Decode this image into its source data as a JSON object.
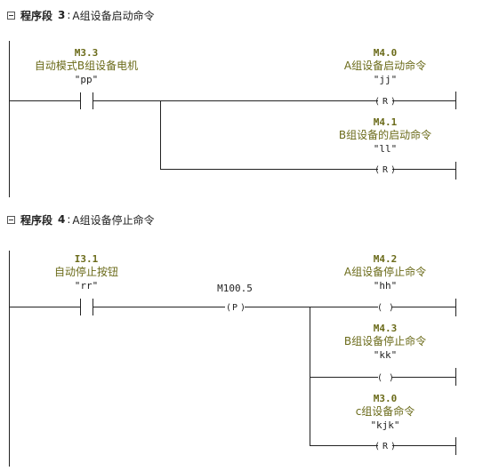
{
  "networks": [
    {
      "label": "程序段",
      "number": "3",
      "title": "A组设备启动命令",
      "contact": {
        "address": "M3.3",
        "comment": "自动模式B组设备电机",
        "symbol": "\"pp\""
      },
      "coils": [
        {
          "address": "M4.0",
          "comment": "A组设备启动命令",
          "symbol": "\"jj\"",
          "type": "R"
        },
        {
          "address": "M4.1",
          "comment": "B组设备的启动命令",
          "symbol": "\"ll\"",
          "type": "R"
        }
      ]
    },
    {
      "label": "程序段",
      "number": "4",
      "title": "A组设备停止命令",
      "contact": {
        "address": "I3.1",
        "comment": "自动停止按钮",
        "symbol": "\"rr\""
      },
      "pos_edge": {
        "address": "M100.5",
        "type": "P"
      },
      "coils": [
        {
          "address": "M4.2",
          "comment": "A组设备停止命令",
          "symbol": "\"hh\"",
          "type": ""
        },
        {
          "address": "M4.3",
          "comment": "B组设备停止命令",
          "symbol": "\"kk\"",
          "type": ""
        },
        {
          "address": "M3.0",
          "comment": "c组设备命令",
          "symbol": "\"kjk\"",
          "type": "R"
        }
      ]
    }
  ]
}
